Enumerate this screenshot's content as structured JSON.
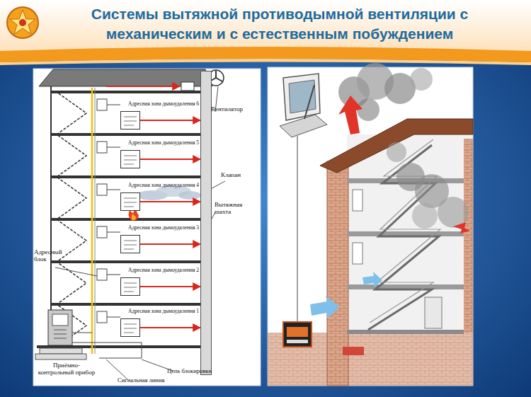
{
  "diagram": {
    "title": "Системы вытяжной противодымной вентиляции с механическим и с естественным побуждением",
    "nodes": [
      {
        "text": [
          "Адресная зона дымоудаления 6"
        ]
      },
      {
        "text": [
          "Адресная зона дымоудаления 5"
        ]
      },
      {
        "text": [
          "Адресная зона дымоудаления 4"
        ]
      },
      {
        "text": [
          "Адресная зона дымоудаления 3"
        ]
      },
      {
        "text": [
          "Адресная зона дымоудаления 2"
        ]
      },
      {
        "text": [
          "Адресная зона дымоудаления 1"
        ]
      },
      {
        "text": [
          "Вытяжная шахта"
        ]
      }
    ],
    "edges": [
      {
        "from": 0,
        "to": 6,
        "arrow": "to"
      },
      {
        "from": 1,
        "to": 6,
        "arrow": "to"
      },
      {
        "from": 2,
        "to": 6,
        "arrow": "to"
      },
      {
        "from": 3,
        "to": 6,
        "arrow": "to"
      },
      {
        "from": 4,
        "to": 6,
        "arrow": "to"
      },
      {
        "from": 5,
        "to": 6,
        "arrow": "to"
      }
    ],
    "labels": [
      "Вентилятор",
      "Клапан",
      "Адресный блок",
      "Приёмно-контрольный прибор",
      "Цепь блокировки",
      "Сигнальная линия"
    ]
  }
}
